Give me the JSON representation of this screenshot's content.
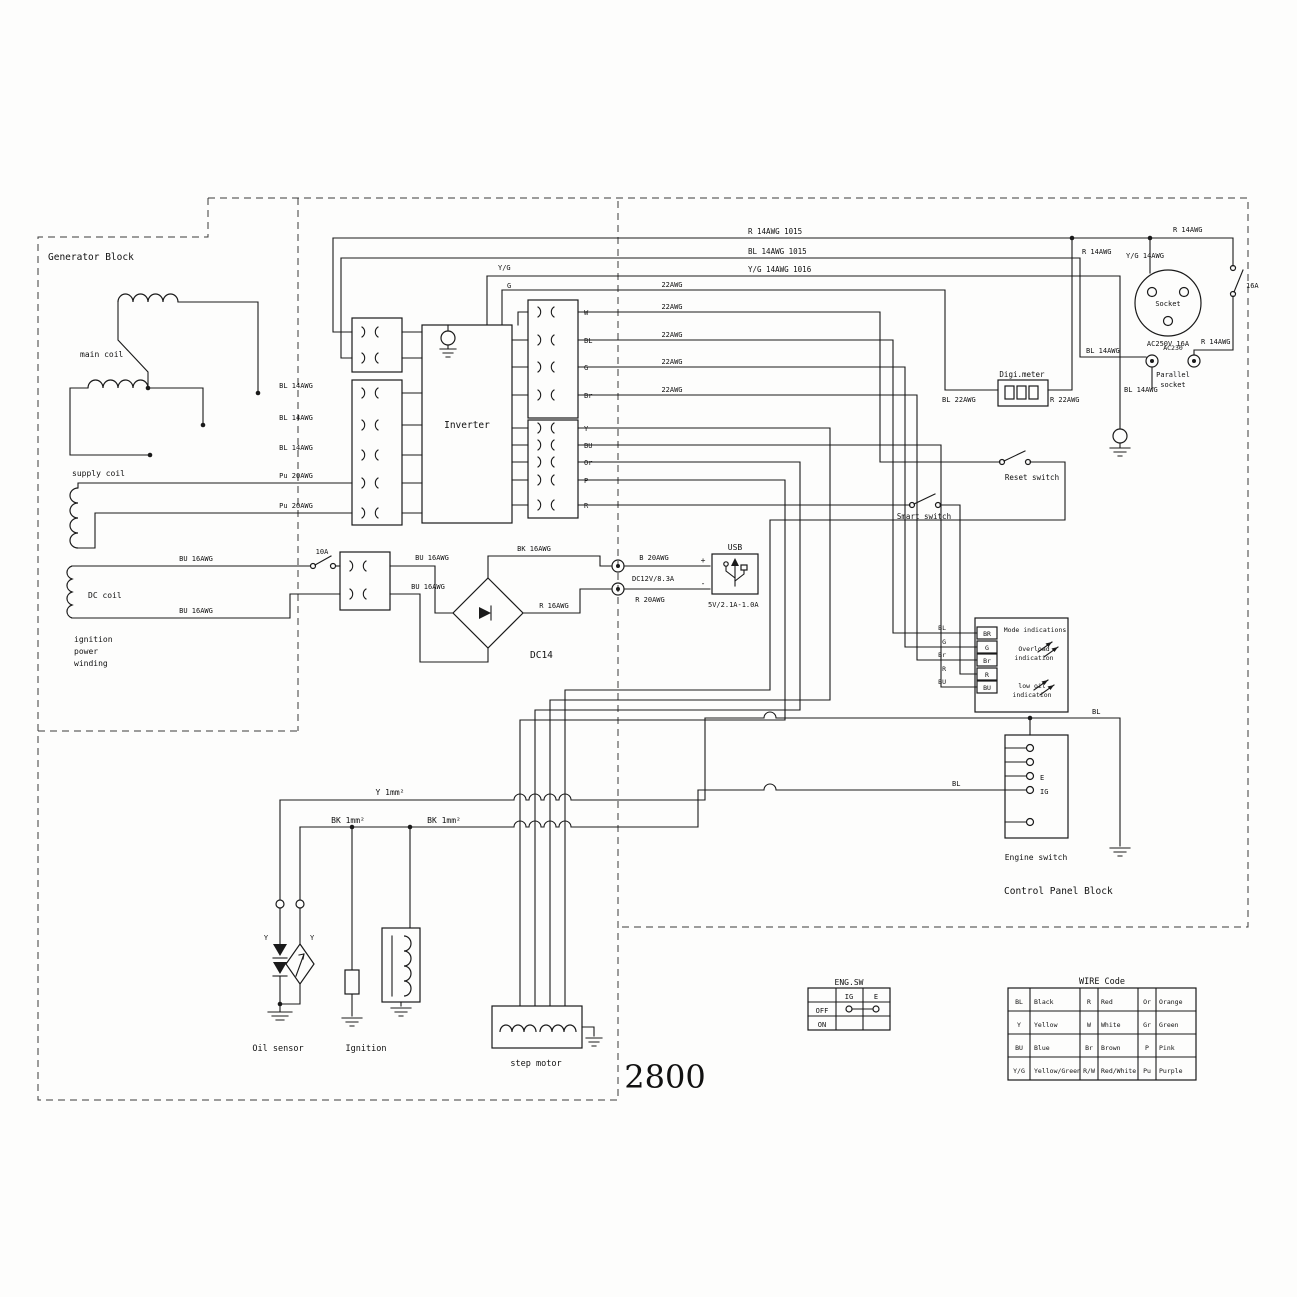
{
  "model": "2800",
  "blocks": {
    "generator": "Generator Block",
    "control": "Control Panel Block"
  },
  "coils": {
    "main": "main coil",
    "supply": "supply coil",
    "dc": "DC coil",
    "ign1": "ignition",
    "ign2": "power",
    "ign3": "winding"
  },
  "inverter": {
    "label": "Inverter"
  },
  "left_wires": {
    "bl14": "BL 14AWG",
    "pu20": "Pu 20AWG",
    "bu16": "BU 16AWG",
    "fuse10": "10A"
  },
  "top_runs": {
    "r1015": "R 14AWG 1015",
    "bl1015": "BL 14AWG 1015",
    "yg1016": "Y/G 14AWG 1016",
    "yg_short": "Y/G",
    "g_short": "G",
    "r_tr": "R 14AWG",
    "r_vert": "R 14AWG",
    "yg_vert": "Y/G 14AWG",
    "bl_horiz": "BL 14AWG",
    "bl_par": "BL 14AWG",
    "r_par": "R 14AWG"
  },
  "awg22": "22AWG",
  "pins_top": [
    "W",
    "BL",
    "G",
    "Br"
  ],
  "pins_bottom": [
    "Y",
    "BU",
    "Or",
    "P",
    "R"
  ],
  "socket": {
    "label": "Socket",
    "rating": "AC250V 16A",
    "fuse": "16A",
    "ac230": "AC230",
    "parallel1": "Parallel",
    "parallel2": "socket"
  },
  "meter": {
    "label": "Digi.meter",
    "in": "BL 22AWG",
    "out": "R 22AWG"
  },
  "switches": {
    "reset": "Reset switch",
    "smart": "Smart switch"
  },
  "rectifier": {
    "label": "DC14",
    "in1": "BU 16AWG",
    "in2": "BU 16AWG",
    "out_pos": "BK 16AWG",
    "out_neg": "R 16AWG"
  },
  "dc12": {
    "label": "DC12V/8.3A",
    "b20": "B 20AWG",
    "r20": "R 20AWG",
    "usb": "USB",
    "usb_out": "5V/2.1A-1.0A",
    "plus": "+",
    "minus": "-"
  },
  "indicator": {
    "pins": [
      "BR",
      "G",
      "Br",
      "R",
      "BU"
    ],
    "wires": [
      "BL",
      "G",
      "Br",
      "R",
      "BU"
    ],
    "mode": "Mode indications",
    "overload1": "Overload",
    "overload2": "indication",
    "lowoil1": "low oil",
    "lowoil2": "indication"
  },
  "engine_switch": {
    "label": "Engine switch",
    "e": "E",
    "ig": "IG",
    "bl_top": "BL",
    "bl_left": "BL"
  },
  "bottom": {
    "y1mm": "Y 1mm²",
    "bk1mm_a": "BK 1mm²",
    "bk1mm_b": "BK 1mm²",
    "y_a": "Y",
    "y_b": "Y",
    "oil_sensor": "Oil sensor",
    "ignition": "Ignition",
    "step_motor": "step motor"
  },
  "eng_sw_table": {
    "title": "ENG.SW",
    "col_ig": "IG",
    "col_e": "E",
    "row_off": "OFF",
    "row_on": "ON"
  },
  "wire_code": {
    "title": "WIRE Code",
    "rows": [
      [
        "BL",
        "Black",
        "R",
        "Red",
        "Or",
        "Orange"
      ],
      [
        "Y",
        "Yellow",
        "W",
        "White",
        "Gr",
        "Green"
      ],
      [
        "BU",
        "Blue",
        "Br",
        "Brown",
        "P",
        "Pink"
      ],
      [
        "Y/G",
        "Yellow/Green",
        "R/W",
        "Red/White",
        "Pu",
        "Purple"
      ]
    ]
  }
}
